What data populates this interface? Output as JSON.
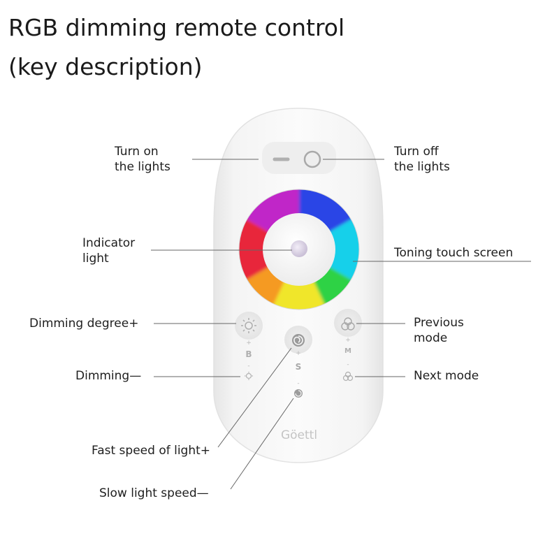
{
  "title": {
    "line1": "RGB dimming remote control",
    "line2": "(key description)"
  },
  "remote": {
    "brand": "Göettl",
    "button_letters": {
      "brightness": "B",
      "speed": "S",
      "mode": "M"
    }
  },
  "callouts": {
    "turn_on": [
      "Turn on",
      "the lights"
    ],
    "turn_off": [
      "Turn off",
      "the lights"
    ],
    "indicator": [
      "Indicator",
      "light"
    ],
    "toning": "Toning touch screen",
    "dimming_up": "Dimming degree+",
    "dimming_down": "Dimming—",
    "previous_mode": [
      "Previous",
      "mode"
    ],
    "next_mode": "Next mode",
    "fast_speed": "Fast speed of light+",
    "slow_speed": "Slow light speed—"
  },
  "colors": {
    "remote_body": "#f6f6f6",
    "remote_edge": "#e2e2e2",
    "leader_line": "#555555",
    "icon_gray": "#a8a8a8"
  },
  "icons": {
    "off_button": "power-off-line-icon",
    "on_button": "power-on-circle-icon",
    "brightness_up": "sun-large-icon",
    "brightness_down": "sun-small-icon",
    "mode_prev": "three-circles-icon",
    "mode_next": "three-circles-small-icon",
    "speed_fast": "spiral-icon",
    "speed_slow": "spiral-small-icon"
  }
}
